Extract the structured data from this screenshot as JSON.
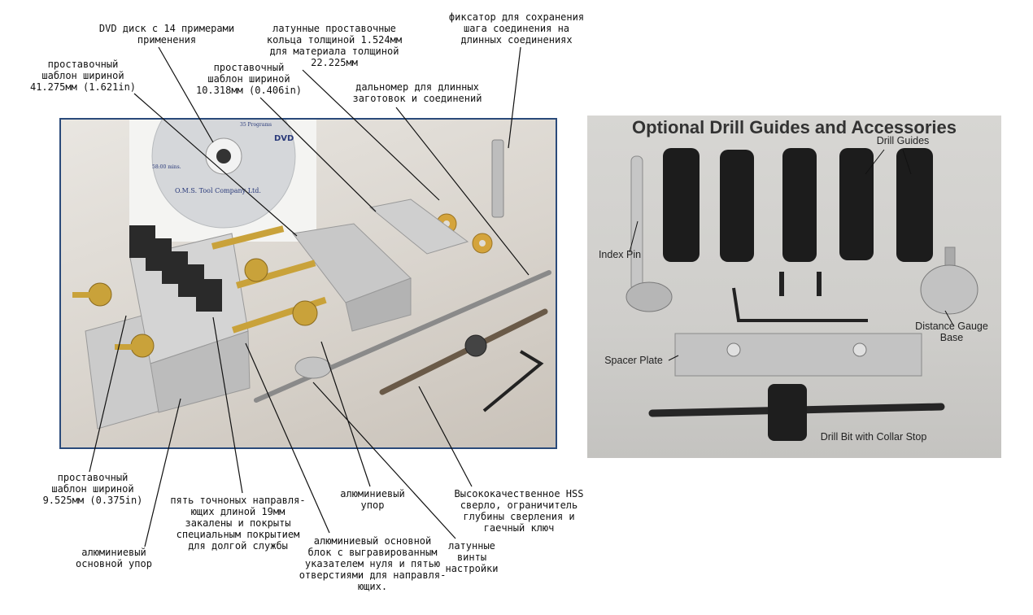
{
  "left_labels": {
    "dvd": "DVD диск с 14 примерами\nприменения",
    "brass_rings": "латунные проставочные\nкольца толщиной 1.524мм\nдля материала толщиной\n22.225мм",
    "lock_pin": "фиксатор для сохранения\nшага соединения на\nдлинных соединениях",
    "spacer_41": "проставочный\nшаблон шириной\n41.275мм (1.621in)",
    "spacer_10": "проставочный\nшаблон шириной\n10.318мм (0.406in)",
    "rangefinder": "дальномер для длинных\nзаготовок и соединений",
    "spacer_9": "проставочный\nшаблон шириной\n9.525мм (0.375in)",
    "five_guides": "пять точноных направля-\nющих длиной 19мм\nзакалены и покрыты\nспециальным покрытием\nдля долгой службы",
    "alu_stop": "алюминиевый\nупор",
    "hss_drill": "Высококачественное HSS\nсверло, ограничитель\nглубины сверления и\nгаечный ключ",
    "alu_base_stop": "алюминиевый\nосновной упор",
    "alu_base_block": "алюминиевый основной\nблок с выгравированным\nуказателем нуля и пятью\nотверстиями для направля-\nющих.",
    "brass_screws": "латунные\nвинты\nнастройки"
  },
  "dvd_disc": {
    "brand": "O.M.S. Tool Company Ltd.",
    "programs": "35 Programs",
    "runtime": "58:00 mins.",
    "dvd_logo": "DVD"
  },
  "right_panel": {
    "title": "Optional Drill Guides and Accessories",
    "labels": {
      "drill_guides": "Drill Guides",
      "index_pin": "Index Pin",
      "distance_gauge": "Distance Gauge\nBase",
      "spacer_plate": "Spacer Plate",
      "drill_bit": "Drill Bit with Collar Stop"
    }
  },
  "colors": {
    "frame": "#2a4a7a",
    "aluminum": "#c9c9c9",
    "brass": "#c9a23a",
    "black_guide": "#1c1c1c"
  }
}
